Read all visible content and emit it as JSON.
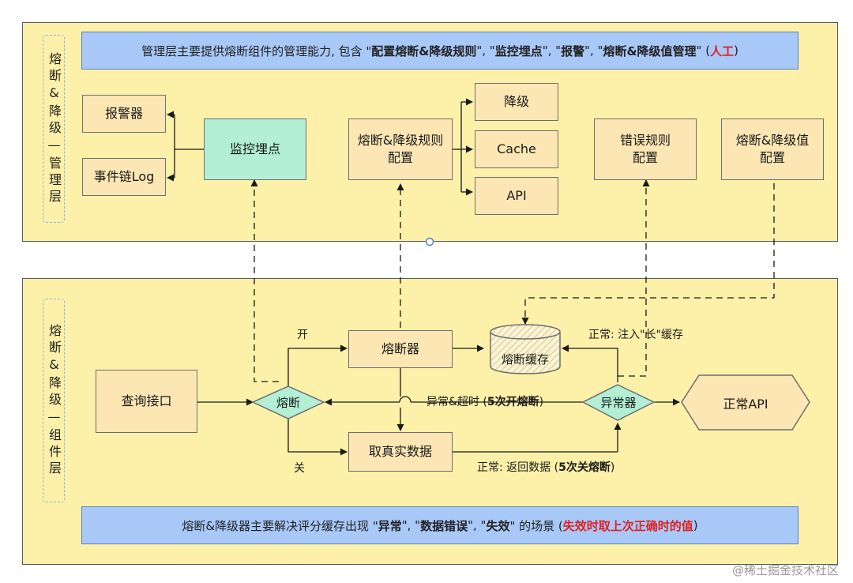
{
  "management": {
    "side_label": "熔断&降级—管理层",
    "banner": {
      "prefix": "管理层主要提供熔断组件的管理能力, 包含 \"",
      "item1": "配置熔断&降级规则",
      "sep1": "\", \"",
      "item2": "监控埋点",
      "sep2": "\", \"",
      "item3": "报警",
      "sep3": "\", \"",
      "item4": "熔断&降级值管理",
      "suffix1": "\" (",
      "highlight": "人工",
      "suffix2": ")"
    },
    "alarm": "报警器",
    "event_log": "事件链Log",
    "monitor": "监控埋点",
    "rule_config": "熔断&降级规则\n配置",
    "outputs": [
      "降级",
      "Cache",
      "API"
    ],
    "error_rule": "错误规则\n配置",
    "value_config": "熔断&降级值\n配置"
  },
  "component": {
    "side_label": "熔断&降级—组件层",
    "query": "查询接口",
    "decision": "熔断",
    "open_label": "开",
    "close_label": "关",
    "breaker": "熔断器",
    "cache": "熔断缓存",
    "fetch": "取真实数据",
    "exception": "异常器",
    "normal_api": "正常API",
    "normal_inject": "正常: 注入\"长\"缓存",
    "error_timeout": {
      "text": "异常&超时 (",
      "bold": "5次开熔断",
      "end": ")"
    },
    "normal_return": {
      "text": "正常: 返回数据 (",
      "bold": "5次关熔断",
      "end": ")"
    },
    "banner": {
      "prefix": "熔断&降级器主要解决评分缓存出现 \"",
      "item1": "异常",
      "sep1": "\", \"",
      "item2": "数据错误",
      "sep2": "\", \"",
      "item3": "失效",
      "suffix1": "\" 的场景 (",
      "highlight": "失效时取上次正确时的值",
      "suffix2": ")"
    }
  },
  "watermark": "@稀土掘金技术社区"
}
